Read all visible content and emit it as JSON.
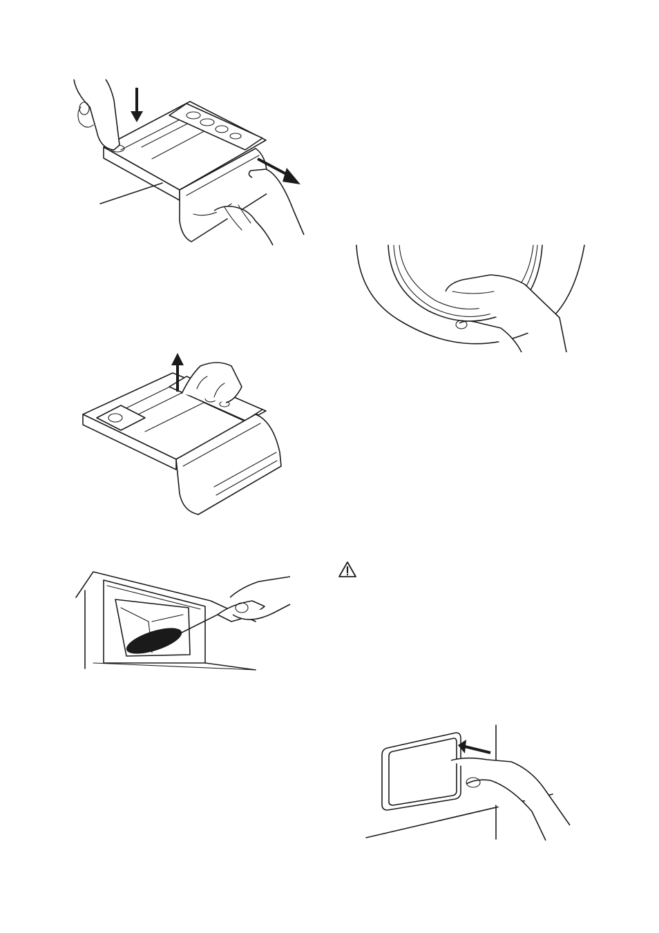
{
  "illustrations": [
    {
      "id": "dispenser-release",
      "icon": "hand-press-release-lever-and-pull-drawer"
    },
    {
      "id": "door-seal",
      "icon": "hand-checking-door-seal"
    },
    {
      "id": "siphon-remove",
      "icon": "hand-lifting-siphon"
    },
    {
      "id": "recess-brush",
      "icon": "brush-cleaning-dispenser-recess"
    },
    {
      "id": "warning",
      "icon": "warning-triangle-icon"
    },
    {
      "id": "filter-door",
      "icon": "hand-opening-filter-door"
    }
  ],
  "colors": {
    "line": "#1a1a1a",
    "paper": "#ffffff"
  }
}
